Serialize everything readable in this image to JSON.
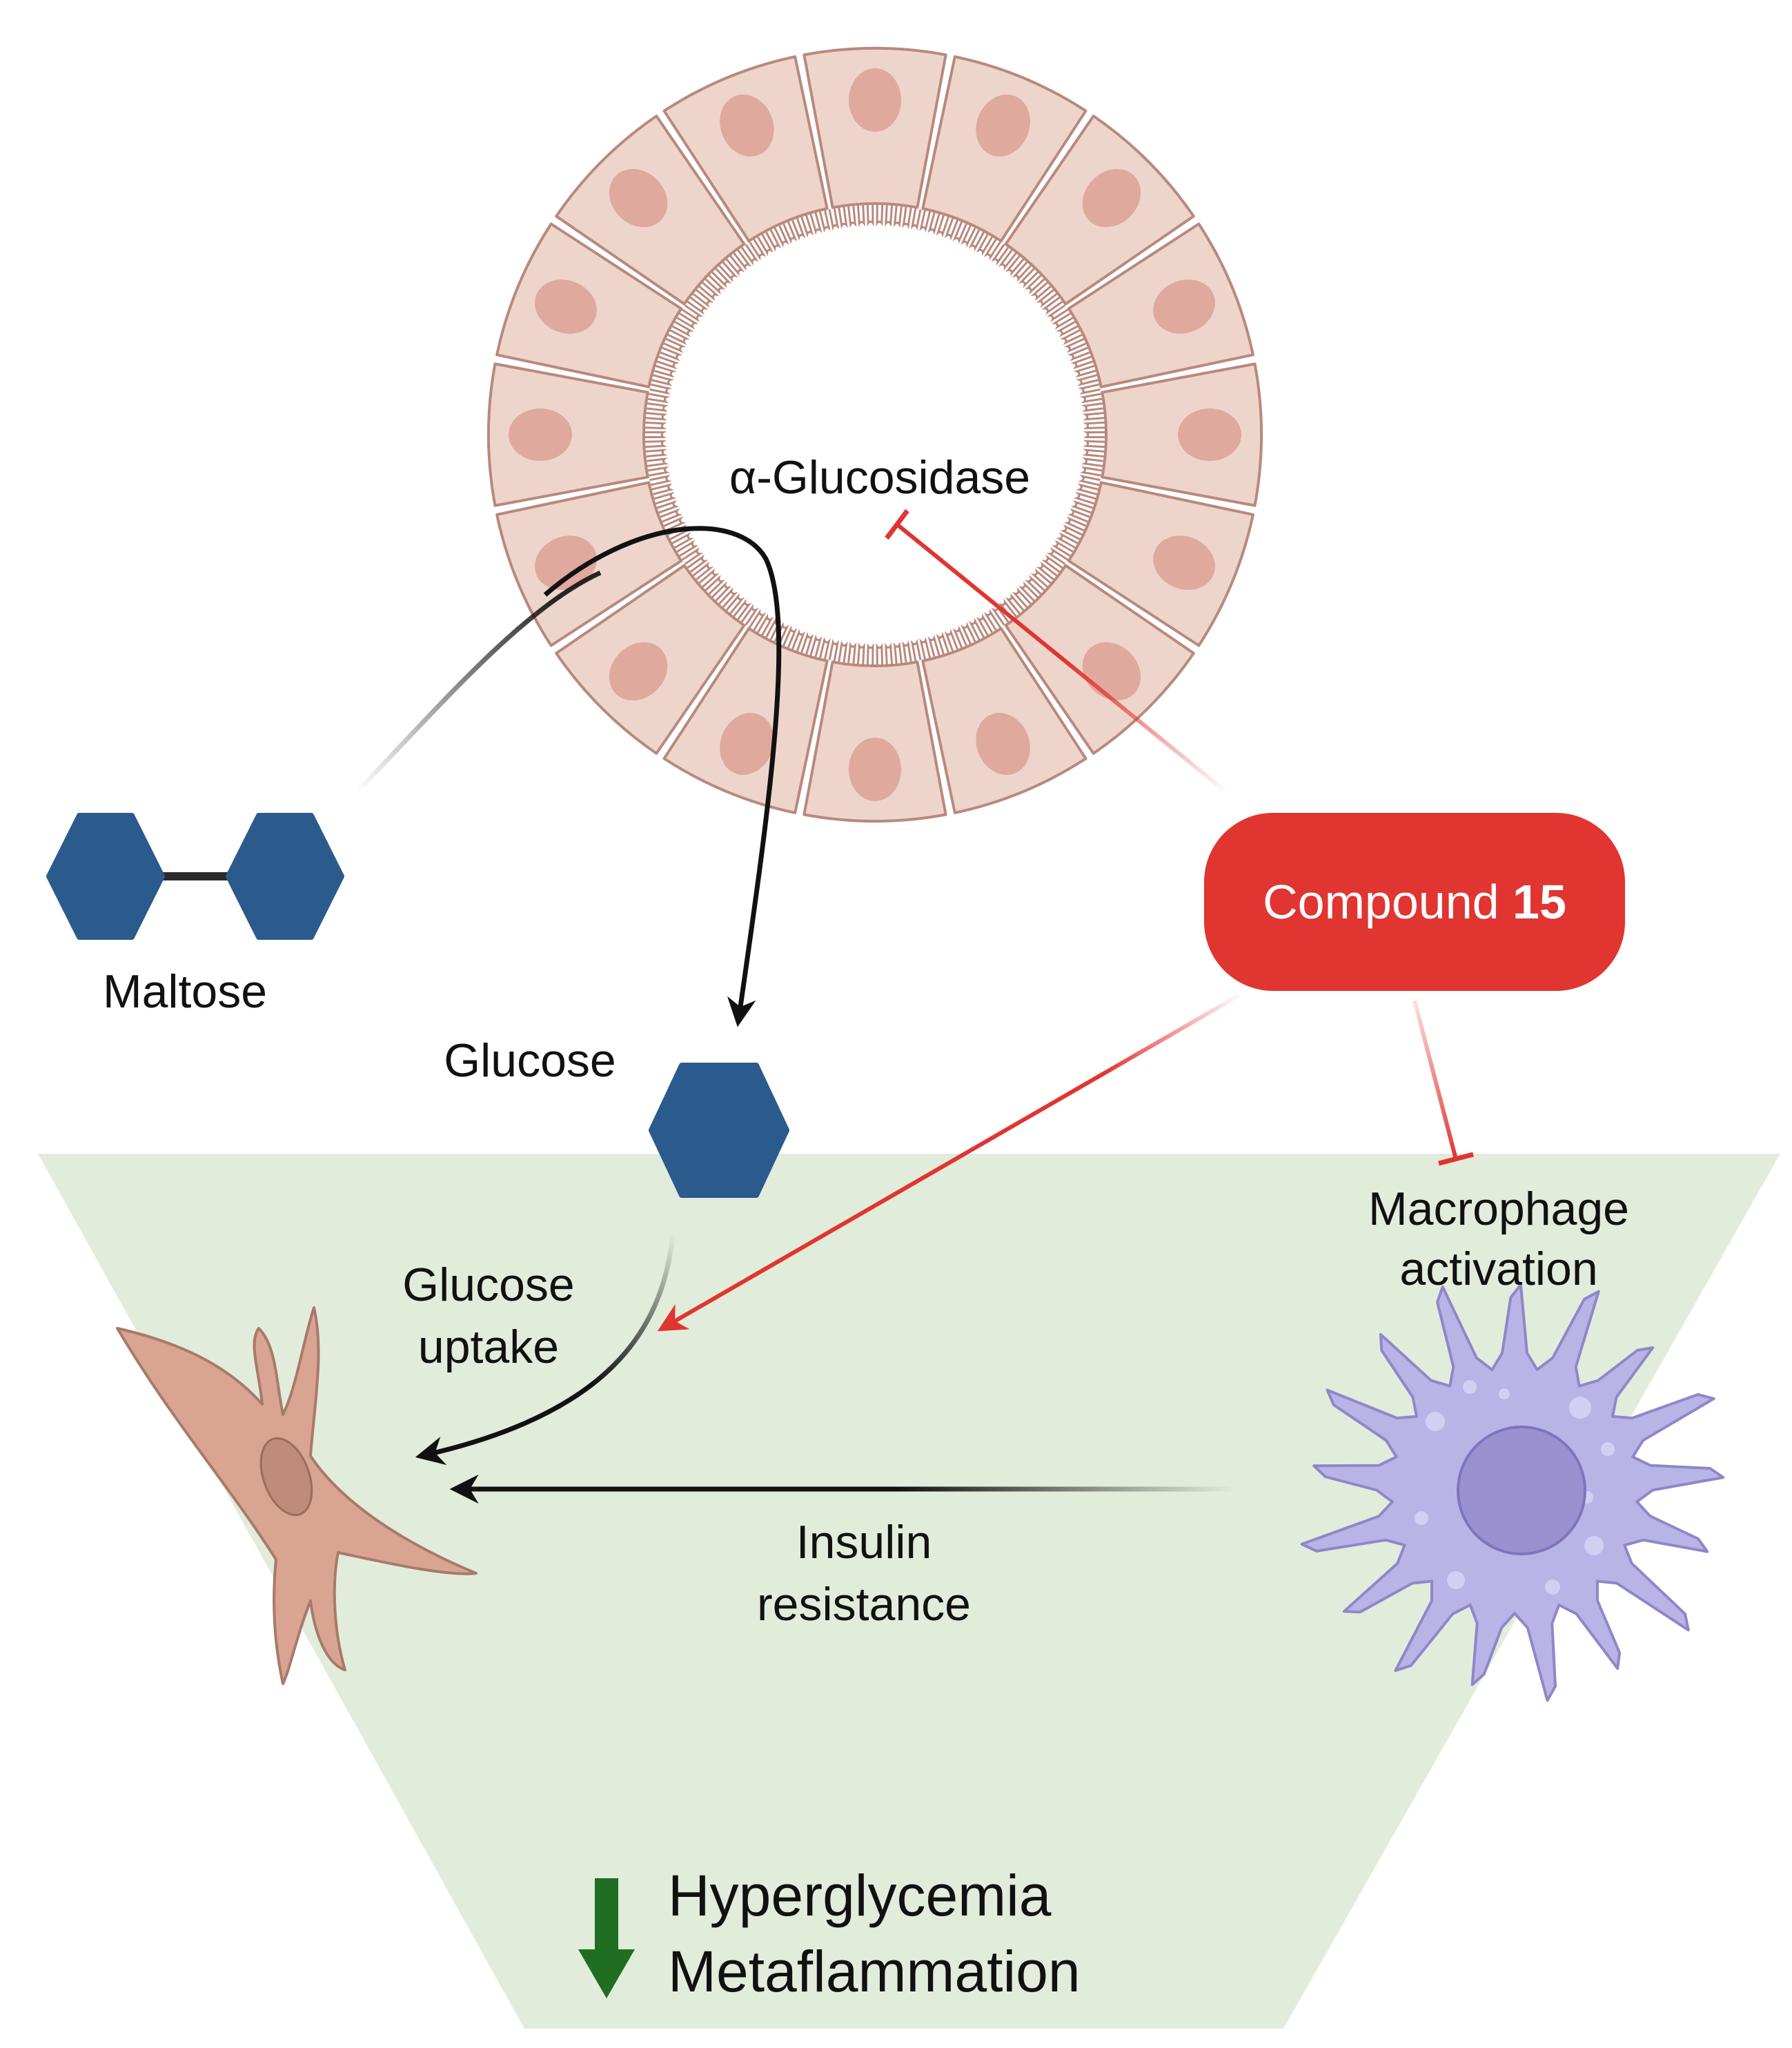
{
  "labels": {
    "enzyme": "α-Glucosidase",
    "maltose": "Maltose",
    "glucose": "Glucose",
    "glucose_uptake_line1": "Glucose",
    "glucose_uptake_line2": "uptake",
    "macrophage_line1": "Macrophage",
    "macrophage_line2": "activation",
    "insulin_line1": "Insulin",
    "insulin_line2": "resistance",
    "outcome_line1": "Hyperglycemia",
    "outcome_line2": "Metaflammation"
  },
  "compound": {
    "prefix": "Compound ",
    "number": "15"
  },
  "colors": {
    "intestine_cell": "#eed5cc",
    "intestine_outline": "#b8897d",
    "nucleus": "#dfa99e",
    "sugar_hexagon": "#2b5a8c",
    "funnel": "#e2ecdb",
    "compound_box": "#e03530",
    "inhibition": "#e03530",
    "fibroblast": "#d9a592",
    "macrophage": "#b9b4e6",
    "macrophage_nucleus": "#9c91d0",
    "down_arrow": "#1f6e22"
  }
}
